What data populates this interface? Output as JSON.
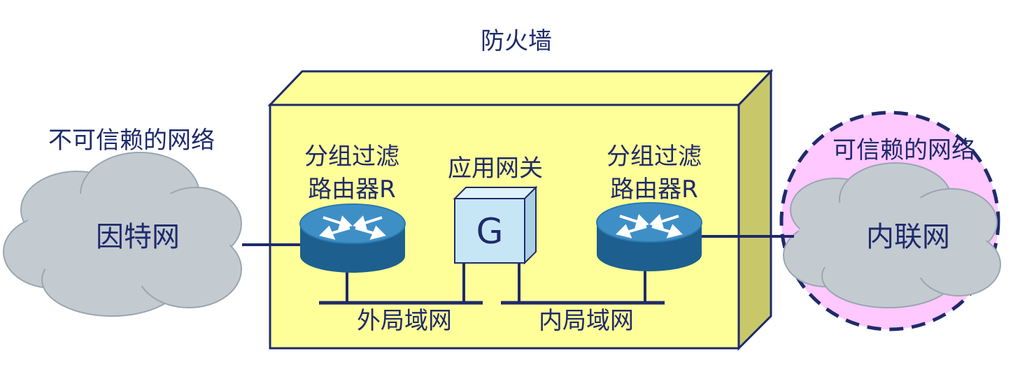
{
  "title": "防火墙",
  "untrusted_network": {
    "caption": "不可信赖的网络",
    "cloud_label": "因特网"
  },
  "trusted_network": {
    "caption": "可信赖的网络",
    "cloud_label": "内联网"
  },
  "left_router": {
    "label_line1": "分组过滤",
    "label_line2": "路由器R"
  },
  "right_router": {
    "label_line1": "分组过滤",
    "label_line2": "路由器R"
  },
  "gateway": {
    "label": "应用网关",
    "letter": "G"
  },
  "outer_lan": {
    "label": "外局域网"
  },
  "inner_lan": {
    "label": "内局域网"
  },
  "colors": {
    "firewall_front": "#ffff99",
    "firewall_side": "#c8c86a",
    "outline": "#1f2a6b",
    "cloud": "#c3cbd1",
    "trusted_circle": "#ffc8ff",
    "router_top": "#3f8fc7",
    "router_body": "#1d5f8e",
    "gateway_box": "#c6e6f6"
  }
}
